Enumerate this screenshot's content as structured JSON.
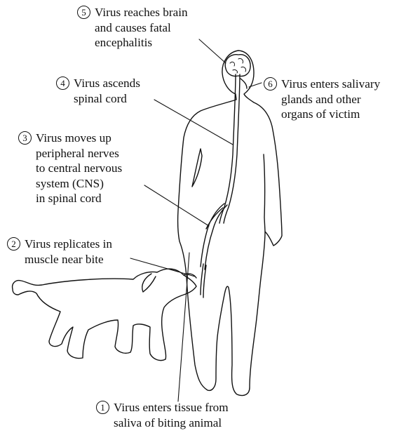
{
  "steps": [
    {
      "number": "1",
      "lines": [
        "Virus enters tissue from",
        "saliva of biting animal"
      ]
    },
    {
      "number": "2",
      "lines": [
        "Virus replicates in",
        "muscle near bite"
      ]
    },
    {
      "number": "3",
      "lines": [
        "Virus moves up",
        "peripheral nerves",
        "to central nervous",
        "system (CNS)",
        "in spinal cord"
      ]
    },
    {
      "number": "4",
      "lines": [
        "Virus ascends",
        "spinal cord"
      ]
    },
    {
      "number": "5",
      "lines": [
        "Virus reaches brain",
        "and causes fatal",
        "encephalitis"
      ]
    },
    {
      "number": "6",
      "lines": [
        "Virus enters salivary",
        "glands and other",
        "organs of victim"
      ]
    }
  ],
  "figures": [
    "human-silhouette",
    "dog-silhouette",
    "brain",
    "spinal-cord",
    "peripheral-nerves"
  ],
  "colors": {
    "stroke": "#111111",
    "background": "#ffffff"
  }
}
